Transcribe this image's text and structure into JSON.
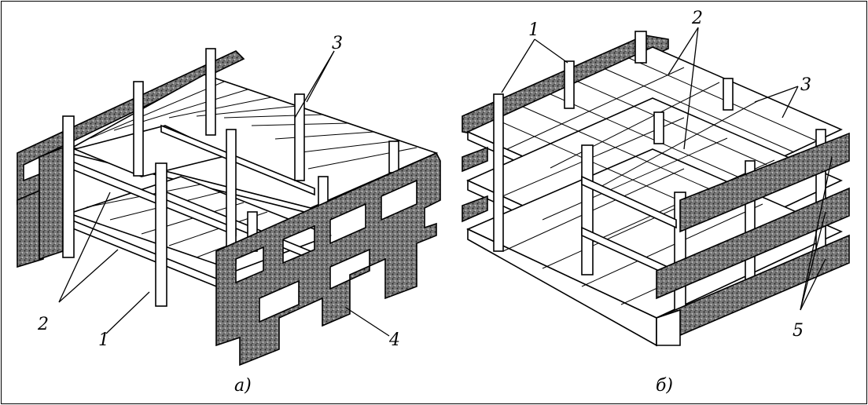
{
  "figure_a": {
    "caption": "а)",
    "callouts": {
      "c1": "1",
      "c2": "2",
      "c3": "3",
      "c4": "4"
    }
  },
  "figure_b": {
    "caption": "б)",
    "callouts": {
      "c1": "1",
      "c2": "2",
      "c3": "3",
      "c5": "5"
    }
  },
  "colors": {
    "ink": "#000000",
    "paper": "#ffffff",
    "masonry": "#4a4a4a"
  }
}
